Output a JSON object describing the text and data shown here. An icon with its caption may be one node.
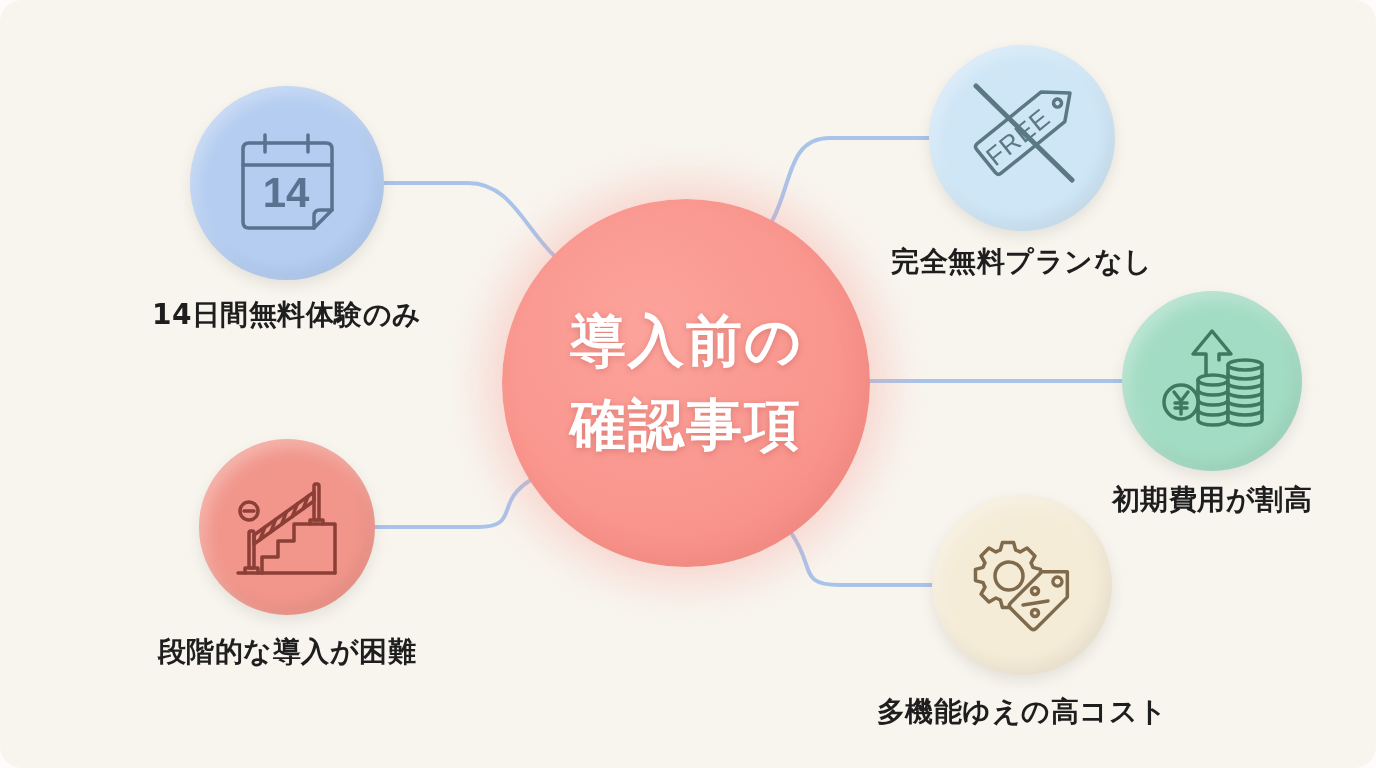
{
  "diagram": {
    "nodes": [
      {
        "text": [
          "導入前の確認事項"
        ]
      },
      {
        "text": [
          "14日間無料体験のみ"
        ]
      },
      {
        "text": [
          "完全無料プランなし"
        ]
      },
      {
        "text": [
          "段階的な導入が困難"
        ]
      },
      {
        "text": [
          "初期費用が割高"
        ]
      },
      {
        "text": [
          "多機能ゆえの高コスト"
        ]
      }
    ],
    "edges": [
      {
        "from": 0,
        "to": 1,
        "arrow": "none"
      },
      {
        "from": 0,
        "to": 2,
        "arrow": "none"
      },
      {
        "from": 0,
        "to": 3,
        "arrow": "none"
      },
      {
        "from": 0,
        "to": 4,
        "arrow": "none"
      },
      {
        "from": 0,
        "to": 5,
        "arrow": "none"
      }
    ],
    "labels": [
      "14",
      "FREE"
    ]
  }
}
